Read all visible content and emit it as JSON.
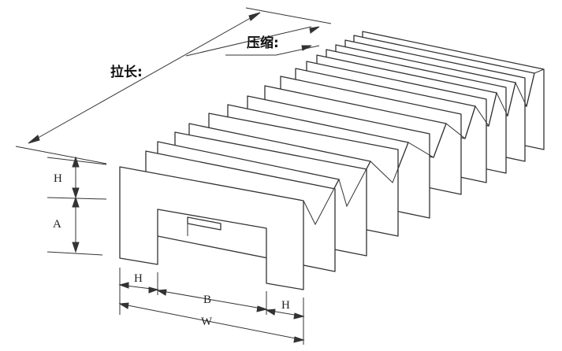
{
  "labels": {
    "stretch": "拉长:",
    "compress": "压缩:",
    "dim_h_top": "H",
    "dim_a": "A",
    "dim_h_left": "H",
    "dim_b": "B",
    "dim_h_right": "H",
    "dim_w": "W"
  }
}
